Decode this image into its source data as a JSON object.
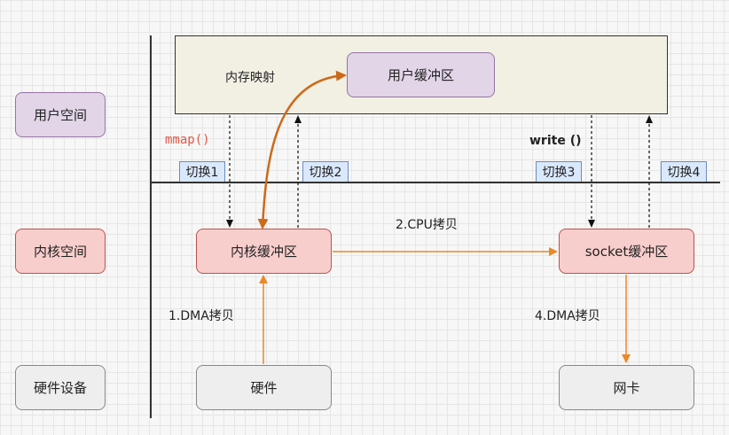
{
  "left_labels": {
    "user_space": "用户空间",
    "kernel_space": "内核空间",
    "hardware": "硬件设备"
  },
  "user_area": {
    "memory_mapping": "内存映射",
    "user_buffer": "用户缓冲区"
  },
  "calls": {
    "mmap": "mmap()",
    "write": "write  ()"
  },
  "switches": [
    "切换1",
    "切换2",
    "切换3",
    "切换4"
  ],
  "kernel": {
    "kernel_buffer": "内核缓冲区",
    "socket_buffer": "socket缓冲区"
  },
  "copies": {
    "cpu_copy": "2.CPU拷贝",
    "dma_copy_1": "1.DMA拷贝",
    "dma_copy_4": "4.DMA拷贝"
  },
  "devices": {
    "hardware": "硬件",
    "nic": "网卡"
  },
  "colors": {
    "orange_arrow": "#e8892a",
    "curve_arrow": "#cc6a1a",
    "mmap_text": "#e05a47"
  }
}
